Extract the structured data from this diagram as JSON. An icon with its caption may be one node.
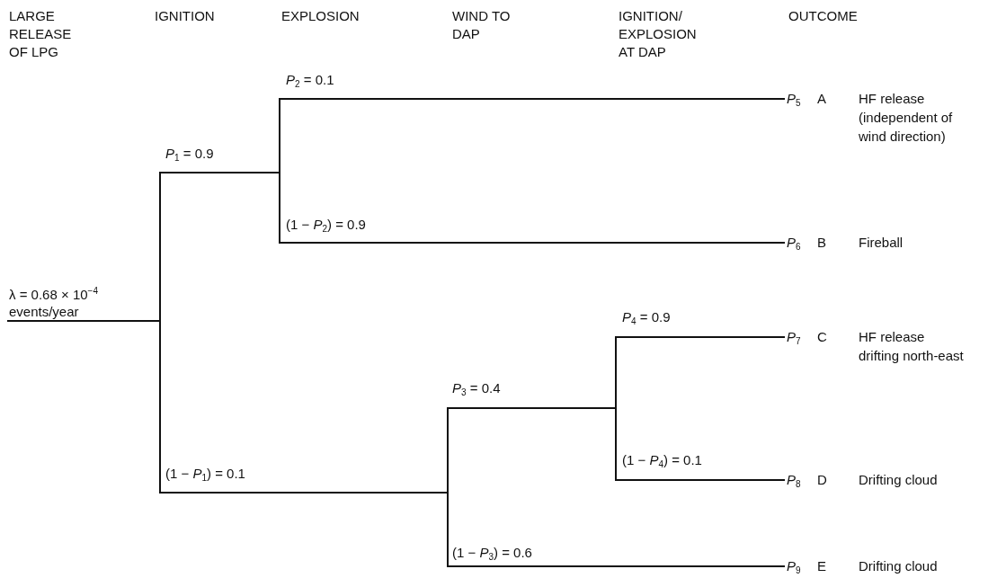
{
  "diagram": {
    "nodes": [
      {
        "text": [
          "λ = 0.68 × 10$^{−4}$ events/year"
        ]
      },
      {
        "text": [
          "*P*$_{5}$",
          "A",
          "HF release (independent of wind direction)"
        ]
      },
      {
        "text": [
          "*P*$_{6}$",
          "B",
          "Fireball"
        ]
      },
      {
        "text": [
          "*P*$_{7}$",
          "C",
          "HF release drifting north-east"
        ]
      },
      {
        "text": [
          "*P*$_{8}$",
          "D",
          "Drifting cloud"
        ]
      },
      {
        "text": [
          "*P*$_{9}$",
          "E",
          "Drifting cloud"
        ]
      }
    ],
    "edges": [
      {
        "from": 0,
        "to": 1,
        "arrow": "none"
      },
      {
        "from": 0,
        "to": 2,
        "arrow": "none"
      },
      {
        "from": 0,
        "to": 3,
        "arrow": "none"
      },
      {
        "from": 0,
        "to": 4,
        "arrow": "none"
      },
      {
        "from": 0,
        "to": 5,
        "arrow": "none"
      }
    ],
    "labels": [
      "LARGE RELEASE OF LPG",
      "IGNITION",
      "EXPLOSION",
      "WIND TO DAP",
      "IGNITION/ EXPLOSION AT DAP",
      "OUTCOME",
      "*P*$_{2}$ = 0.1",
      "*P*$_{1}$ = 0.9",
      "(1 − *P*$_{2}$) = 0.9",
      "*P*$_{4}$ = 0.9",
      "*P*$_{3}$ = 0.4",
      "(1 − *P*$_{4}$) = 0.1",
      "(1 − *P*$_{1}$) = 0.1",
      "(1 − *P*$_{3}$) = 0.6"
    ]
  }
}
